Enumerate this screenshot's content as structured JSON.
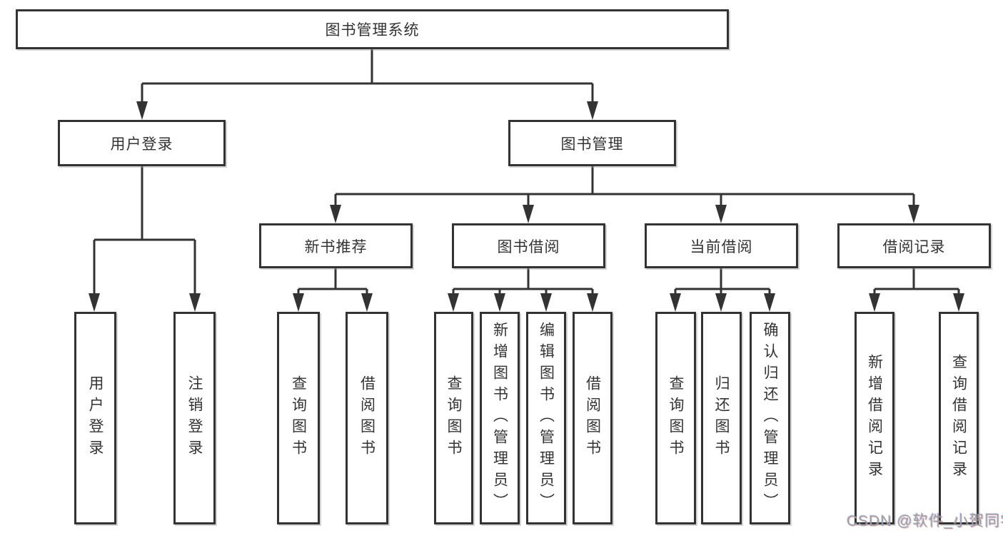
{
  "colors": {
    "line": "#333333",
    "box_border": "#333333",
    "box_fill": "#ffffff",
    "text": "#333333",
    "watermark": "#9e9e9e"
  },
  "watermark": {
    "text": "CSDN @软件_小贺同学"
  },
  "nodes": {
    "root": {
      "label": "图书管理系统"
    },
    "user_login": {
      "label": "用户登录"
    },
    "book_mgmt": {
      "label": "图书管理"
    },
    "new_book_rec": {
      "label": "新书推荐"
    },
    "book_borrow": {
      "label": "图书借阅"
    },
    "current_borrow": {
      "label": "当前借阅"
    },
    "borrow_record": {
      "label": "借阅记录"
    },
    "leaf_user_login": {
      "label": "用户登录"
    },
    "leaf_logout": {
      "label": "注销登录"
    },
    "leaf_query_book_rec": {
      "label": "查询图书"
    },
    "leaf_borrow_book_rec": {
      "label": "借阅图书"
    },
    "leaf_query_book_borrow": {
      "label": "查询图书"
    },
    "leaf_add_book": {
      "label": "新增图书（管理员）"
    },
    "leaf_edit_book": {
      "label": "编辑图书（管理员）"
    },
    "leaf_borrow_book": {
      "label": "借阅图书"
    },
    "leaf_query_book_current": {
      "label": "查询图书"
    },
    "leaf_return_book": {
      "label": "归还图书"
    },
    "leaf_confirm_return": {
      "label": "确认归还（管理员）"
    },
    "leaf_add_record": {
      "label": "新增借阅记录"
    },
    "leaf_query_record": {
      "label": "查询借阅记录"
    }
  }
}
